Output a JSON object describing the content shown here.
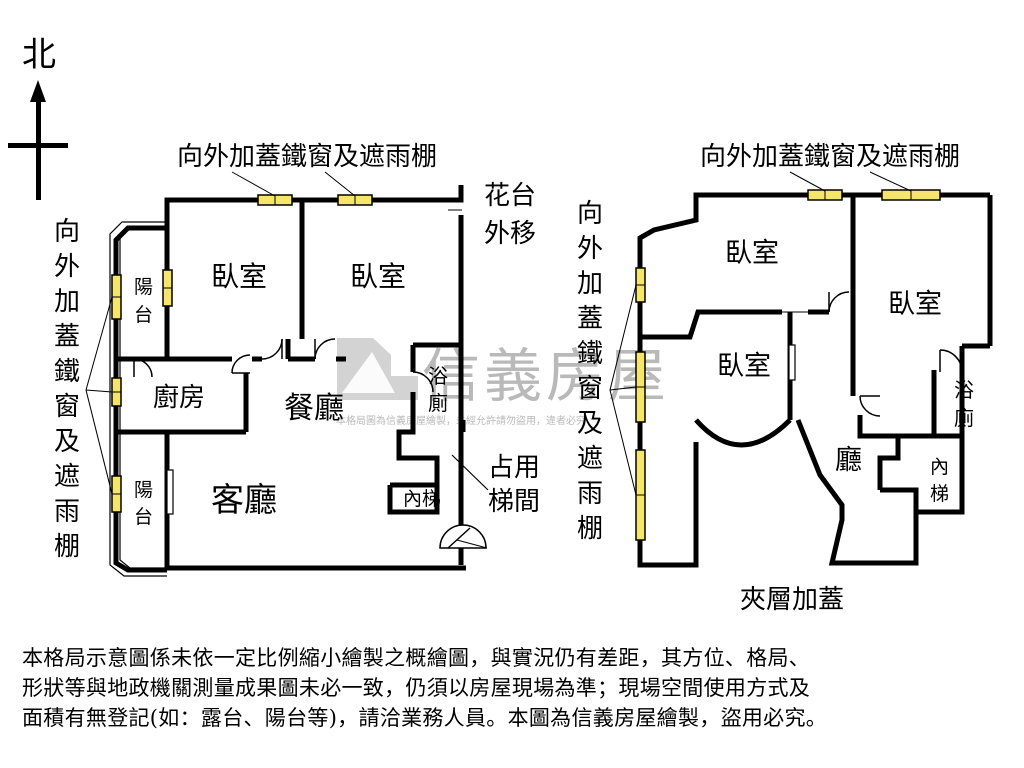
{
  "compass": {
    "north": "北"
  },
  "left_plan": {
    "top_note": "向外加蓋鐵窗及遮雨棚",
    "side_note": [
      "向",
      "外",
      "加",
      "蓋",
      "鐵",
      "窗",
      "及",
      "遮",
      "雨",
      "棚"
    ],
    "planter_note": [
      "花台",
      "外移"
    ],
    "rooms": {
      "balcony_top": [
        "陽",
        "台"
      ],
      "balcony_bottom": [
        "陽",
        "台"
      ],
      "bedroom_1": "臥室",
      "bedroom_2": "臥室",
      "kitchen": "廚房",
      "dining": "餐廳",
      "living": "客廳",
      "bath": [
        "浴",
        "廁"
      ],
      "inner_stair": "內梯",
      "stair_room": [
        "占用",
        "梯間"
      ]
    }
  },
  "right_plan": {
    "top_note": "向外加蓋鐵窗及遮雨棚",
    "side_note": [
      "向",
      "外",
      "加",
      "蓋",
      "鐵",
      "窗",
      "及",
      "遮",
      "雨",
      "棚"
    ],
    "rooms": {
      "bedroom_top": "臥室",
      "bedroom_right": "臥室",
      "bedroom_mid": "臥室",
      "bath": [
        "浴",
        "廁"
      ],
      "hall": "廳",
      "inner_stair": [
        "內",
        "梯"
      ]
    },
    "bottom_note": "夾層加蓋"
  },
  "watermark": {
    "brand": "信義房屋",
    "notice": "本格局圖為信義房屋繪製，未經允許請勿盜用，違者必究"
  },
  "disclaimer": [
    "本格局示意圖係未依一定比例縮小繪製之概繪圖，與實況仍有差距，其方位、格局、",
    "形狀等與地政機關測量成果圖未必一致，仍須以房屋現場為準；現場空間使用方式及",
    "面積有無登記(如：露台、陽台等)，請洽業務人員。本圖為信義房屋繪製，盜用必究。"
  ],
  "colors": {
    "wall": "#000000",
    "window": "#f5e56b",
    "watermark": "#b9b9b9"
  }
}
